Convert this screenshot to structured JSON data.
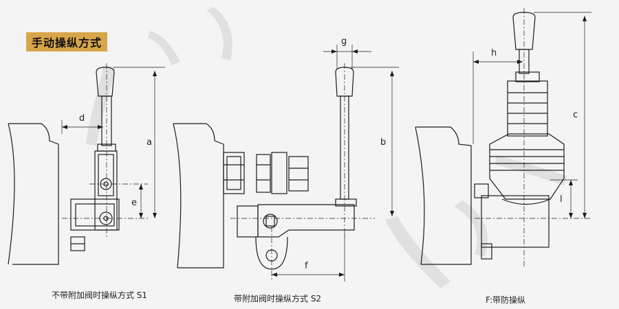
{
  "title": "手动操纵方式",
  "captions": {
    "s1": "不带附加阀时操纵方式  S1",
    "s2": "带附加阀时操纵方式  S2",
    "f": "F:带防操纵"
  },
  "dimensions": {
    "a": "a",
    "b": "b",
    "c": "c",
    "d": "d",
    "e": "e",
    "f": "f",
    "g": "g",
    "h": "h",
    "l": "l"
  },
  "colors": {
    "line": "#1a1a1a",
    "fill": "#f4f4f4",
    "shade": "#cfcfcf",
    "accent": "#d8a64a",
    "watermark": "#dcdcdc"
  }
}
